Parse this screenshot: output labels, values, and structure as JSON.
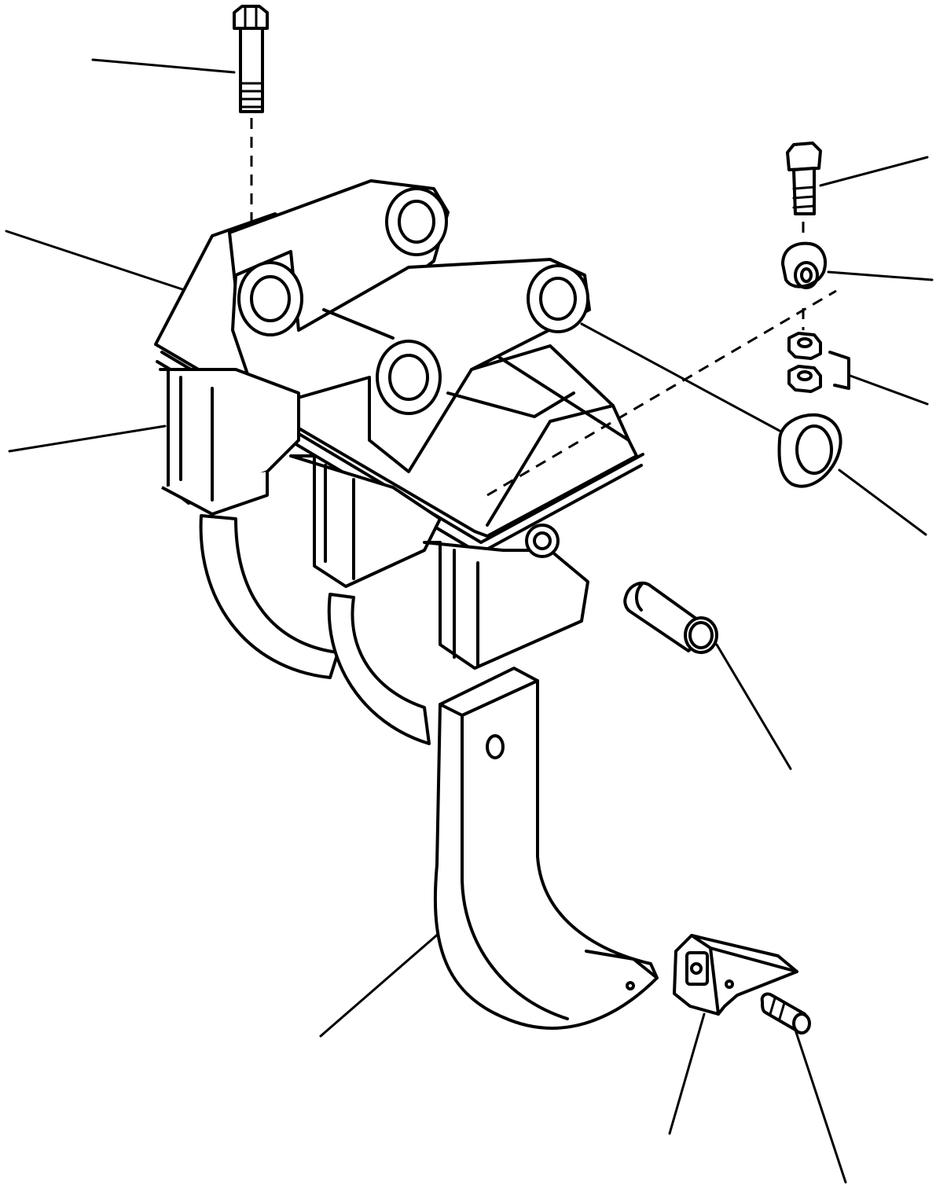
{
  "diagram": {
    "parts": [
      {
        "id": "bolt-top",
        "icon": "hex-bolt-icon"
      },
      {
        "id": "ripper-frame",
        "icon": "ripper-frame-icon"
      },
      {
        "id": "frame-base",
        "icon": "frame-base-icon"
      },
      {
        "id": "bolt-right",
        "icon": "hex-bolt-icon"
      },
      {
        "id": "eccentric-collar",
        "icon": "collar-icon"
      },
      {
        "id": "nuts",
        "icon": "hex-nut-icon"
      },
      {
        "id": "washer",
        "icon": "washer-icon"
      },
      {
        "id": "pin",
        "icon": "pin-icon"
      },
      {
        "id": "shank",
        "icon": "shank-icon"
      },
      {
        "id": "tooth-point",
        "icon": "tooth-point-icon"
      },
      {
        "id": "lock-pin",
        "icon": "lock-pin-icon"
      }
    ],
    "leader_count": 11
  }
}
